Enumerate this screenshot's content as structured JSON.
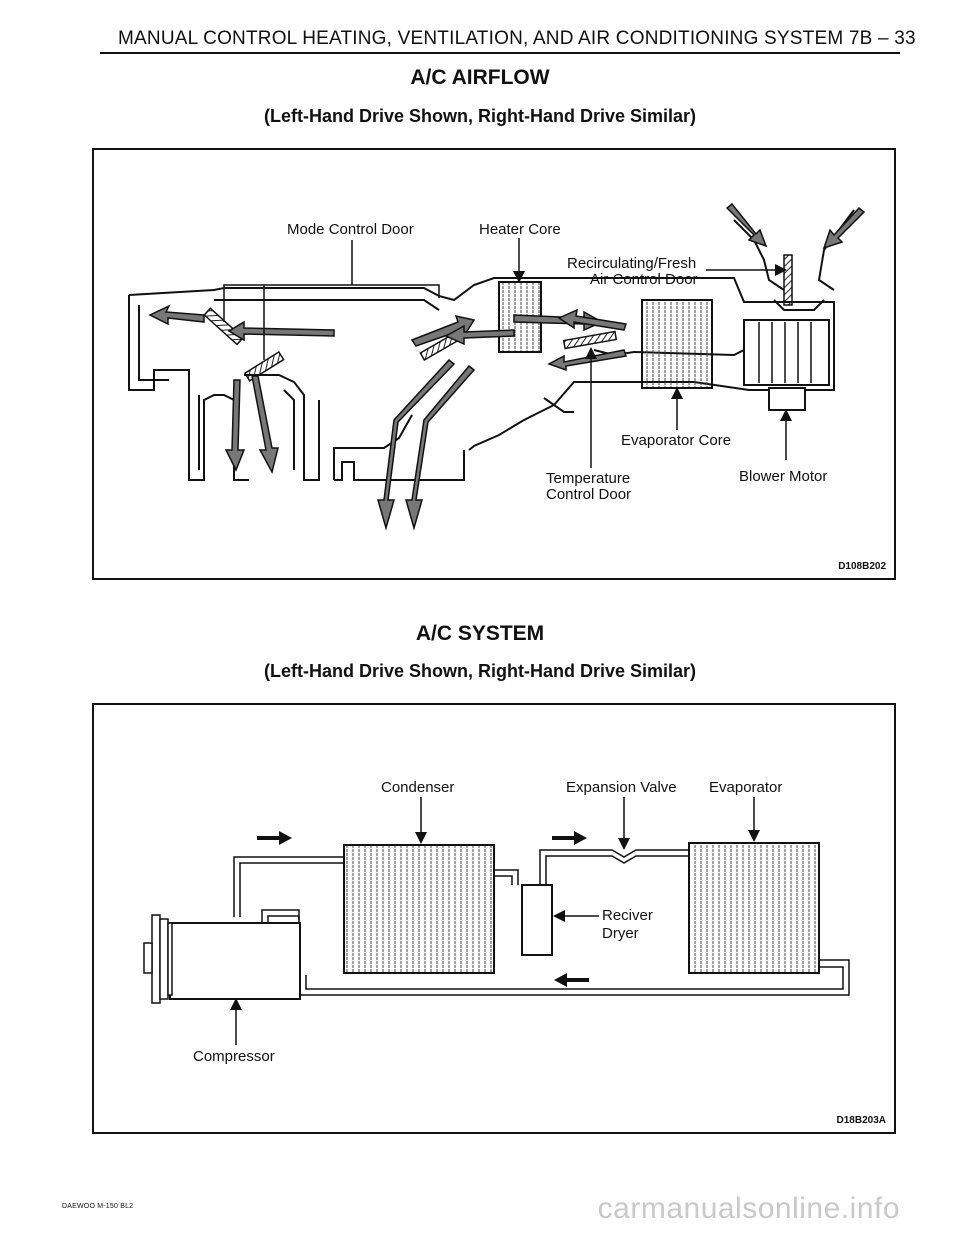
{
  "header": {
    "title": "MANUAL CONTROL HEATING, VENTILATION, AND AIR CONDITIONING SYSTEM 7B – 33"
  },
  "section1": {
    "title": "A/C AIRFLOW",
    "subtitle": "(Left-Hand Drive Shown, Right-Hand Drive Similar)",
    "figure_code": "D108B202",
    "labels": {
      "mode_control_door": "Mode Control Door",
      "heater_core": "Heater Core",
      "recirc_line1": "Recirculating/Fresh",
      "recirc_line2": "Air Control Door",
      "evaporator_core": "Evaporator Core",
      "temp_line1": "Temperature",
      "temp_line2": "Control Door",
      "blower_motor": "Blower Motor"
    }
  },
  "section2": {
    "title": "A/C SYSTEM",
    "subtitle": "(Left-Hand Drive Shown, Right-Hand Drive Similar)",
    "figure_code": "D18B203A",
    "labels": {
      "condenser": "Condenser",
      "expansion_valve": "Expansion Valve",
      "evaporator": "Evaporator",
      "receiver_line1": "Reciver",
      "receiver_line2": "Dryer",
      "compressor": "Compressor"
    }
  },
  "footer": {
    "text": "DAEWOO M-150 BL2"
  },
  "watermark": {
    "text": "carmanualsonline.info"
  }
}
